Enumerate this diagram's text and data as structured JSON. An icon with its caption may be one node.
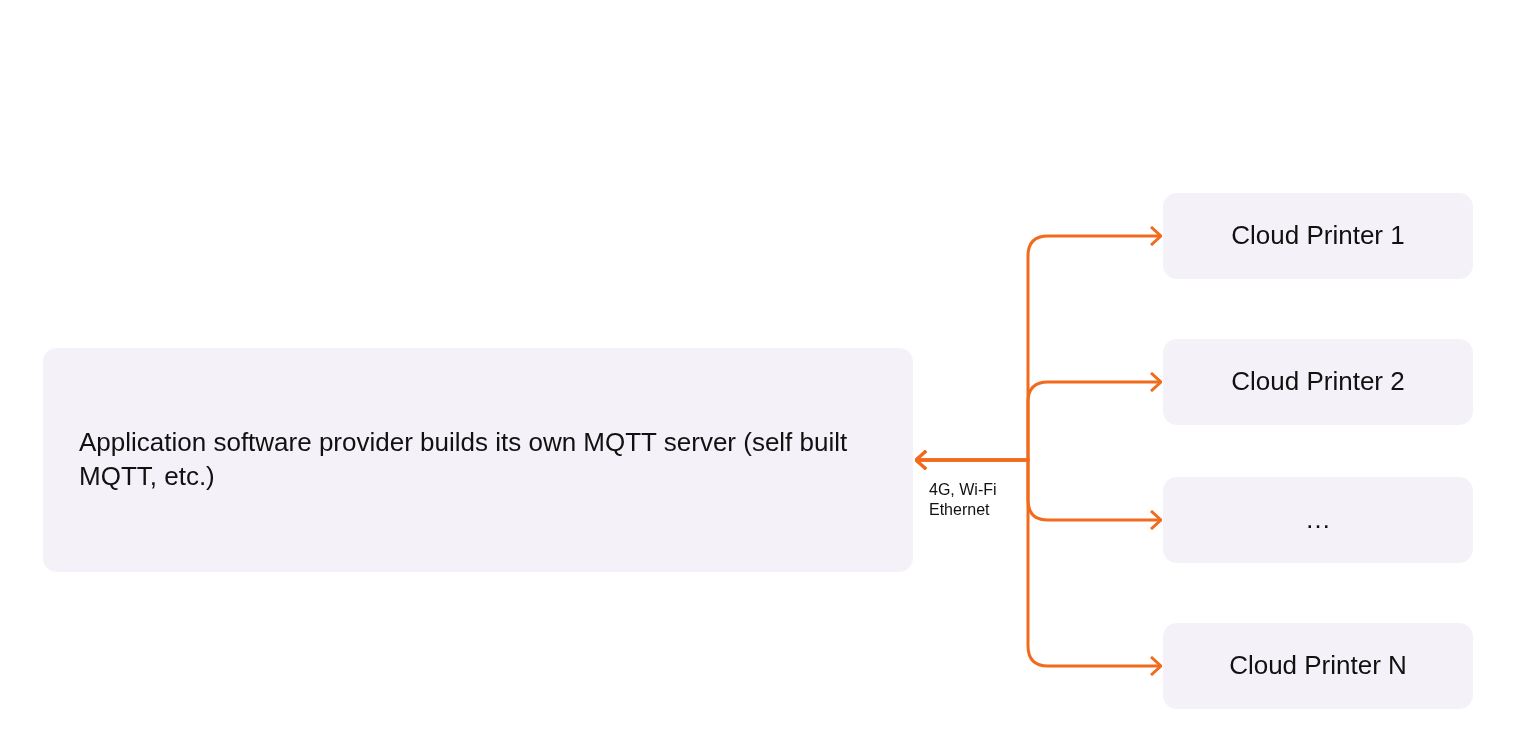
{
  "diagram": {
    "nodes": [
      {
        "text": [
          "Application software provider builds its own MQTT server (self built MQTT, etc.)"
        ]
      },
      {
        "text": [
          "Cloud Printer 1"
        ]
      },
      {
        "text": [
          "Cloud Printer 2"
        ]
      },
      {
        "text": [
          "…"
        ]
      },
      {
        "text": [
          "Cloud Printer N"
        ]
      }
    ],
    "edges": [
      {
        "from": 0,
        "to": 1,
        "arrow": "both"
      },
      {
        "from": 0,
        "to": 2,
        "arrow": "both"
      },
      {
        "from": 0,
        "to": 3,
        "arrow": "both"
      },
      {
        "from": 0,
        "to": 4,
        "arrow": "both"
      }
    ],
    "labels": [
      "4G, Wi-Fi Ethernet"
    ]
  }
}
